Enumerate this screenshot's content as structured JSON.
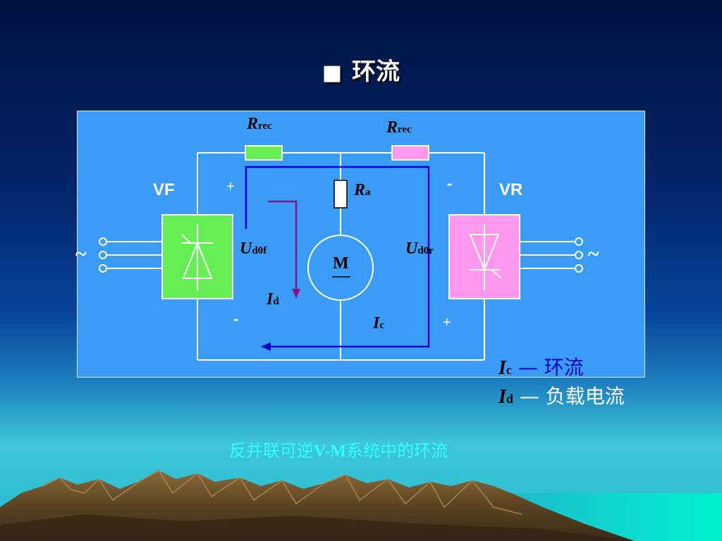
{
  "slide": {
    "title_bullet": "■",
    "title": "环流"
  },
  "diagram": {
    "resistor_left": {
      "symbol": "R",
      "subscript": "rec"
    },
    "resistor_right": {
      "symbol": "R",
      "subscript": "rec"
    },
    "armature_resistor": {
      "symbol": "R",
      "subscript": "a"
    },
    "converter_forward": "VF",
    "converter_reverse": "VR",
    "ac_left": "~",
    "ac_right": "~",
    "motor": "M",
    "voltage_forward": {
      "symbol": "U",
      "subscript": "d0f"
    },
    "voltage_reverse": {
      "symbol": "U",
      "subscript": "d0r"
    },
    "current_load": {
      "symbol": "I",
      "subscript": "d"
    },
    "current_circulating": {
      "symbol": "I",
      "subscript": "c"
    },
    "polarity": {
      "left_top": "+",
      "left_bottom": "-",
      "right_top": "-",
      "right_bottom": "+"
    },
    "colors": {
      "panel": "#3b9cf8",
      "vf_box": "#66ee55",
      "vr_box": "#ff99f0",
      "resistor_left": "#66ee55",
      "resistor_right": "#ff99f0",
      "circulating_path": "#0000cc",
      "load_path": "#7a1a8a"
    }
  },
  "legend": {
    "ic": {
      "symbol": "I",
      "subscript": "c",
      "dash": "—",
      "text": "环流",
      "color": "#0000cc"
    },
    "id": {
      "symbol": "I",
      "subscript": "d",
      "dash": "—",
      "text": "负载电流",
      "color": "#ffffff"
    }
  },
  "caption": {
    "prefix": "反并联可逆",
    "mid": "V-M",
    "suffix": "系统中的环流"
  }
}
